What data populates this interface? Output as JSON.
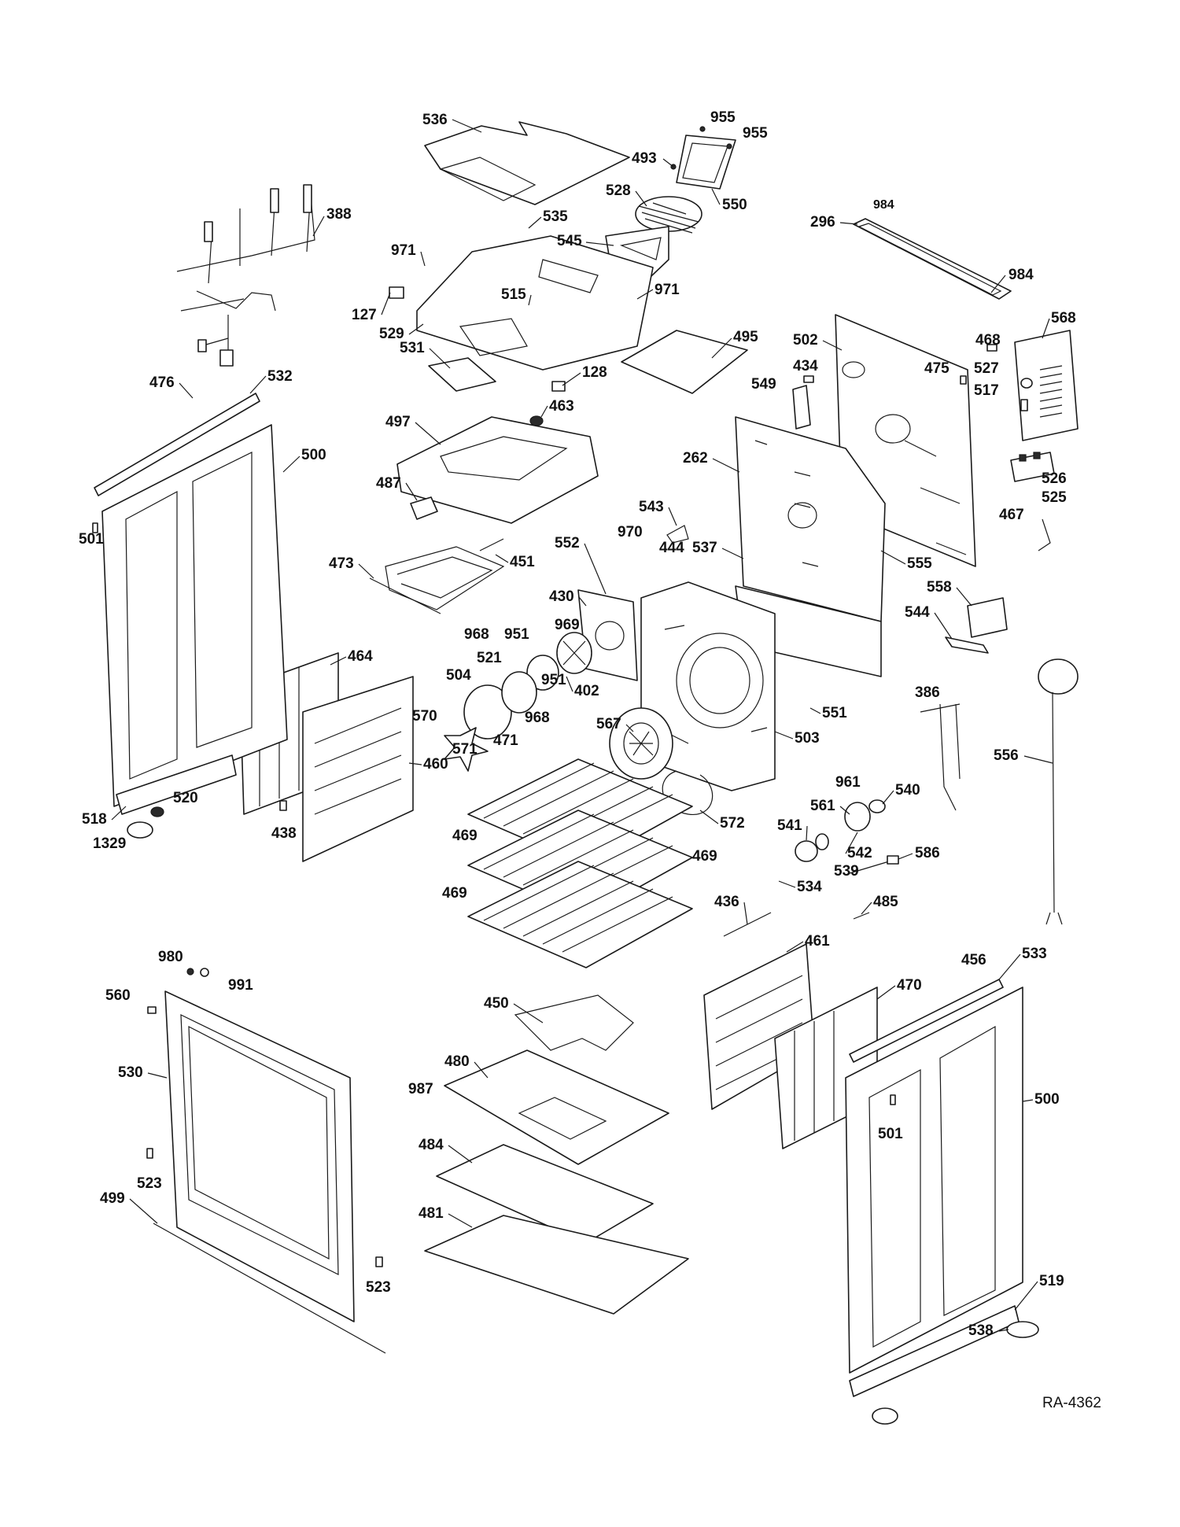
{
  "diagram_code": "RA-4362",
  "callouts": [
    {
      "id": "c-536",
      "label": "536"
    },
    {
      "id": "c-955a",
      "label": "955"
    },
    {
      "id": "c-955b",
      "label": "955"
    },
    {
      "id": "c-493",
      "label": "493"
    },
    {
      "id": "c-528",
      "label": "528"
    },
    {
      "id": "c-550",
      "label": "550"
    },
    {
      "id": "c-388",
      "label": "388"
    },
    {
      "id": "c-535",
      "label": "535"
    },
    {
      "id": "c-545",
      "label": "545"
    },
    {
      "id": "c-971a",
      "label": "971"
    },
    {
      "id": "c-971b",
      "label": "971"
    },
    {
      "id": "c-984a",
      "label": "984"
    },
    {
      "id": "c-296",
      "label": "296"
    },
    {
      "id": "c-984b",
      "label": "984"
    },
    {
      "id": "c-127",
      "label": "127"
    },
    {
      "id": "c-515",
      "label": "515"
    },
    {
      "id": "c-529",
      "label": "529"
    },
    {
      "id": "c-568",
      "label": "568"
    },
    {
      "id": "c-495",
      "label": "495"
    },
    {
      "id": "c-502",
      "label": "502"
    },
    {
      "id": "c-468",
      "label": "468"
    },
    {
      "id": "c-531",
      "label": "531"
    },
    {
      "id": "c-128",
      "label": "128"
    },
    {
      "id": "c-434",
      "label": "434"
    },
    {
      "id": "c-475",
      "label": "475"
    },
    {
      "id": "c-527",
      "label": "527"
    },
    {
      "id": "c-476",
      "label": "476"
    },
    {
      "id": "c-532",
      "label": "532"
    },
    {
      "id": "c-549",
      "label": "549"
    },
    {
      "id": "c-517",
      "label": "517"
    },
    {
      "id": "c-463",
      "label": "463"
    },
    {
      "id": "c-497",
      "label": "497"
    },
    {
      "id": "c-262",
      "label": "262"
    },
    {
      "id": "c-500a",
      "label": "500"
    },
    {
      "id": "c-526",
      "label": "526"
    },
    {
      "id": "c-487",
      "label": "487"
    },
    {
      "id": "c-525",
      "label": "525"
    },
    {
      "id": "c-501a",
      "label": "501"
    },
    {
      "id": "c-543",
      "label": "543"
    },
    {
      "id": "c-467",
      "label": "467"
    },
    {
      "id": "c-970",
      "label": "970"
    },
    {
      "id": "c-444",
      "label": "444"
    },
    {
      "id": "c-552",
      "label": "552"
    },
    {
      "id": "c-537",
      "label": "537"
    },
    {
      "id": "c-555",
      "label": "555"
    },
    {
      "id": "c-473",
      "label": "473"
    },
    {
      "id": "c-451",
      "label": "451"
    },
    {
      "id": "c-430",
      "label": "430"
    },
    {
      "id": "c-558",
      "label": "558"
    },
    {
      "id": "c-969",
      "label": "969"
    },
    {
      "id": "c-968a",
      "label": "968"
    },
    {
      "id": "c-951a",
      "label": "951"
    },
    {
      "id": "c-544",
      "label": "544"
    },
    {
      "id": "c-464",
      "label": "464"
    },
    {
      "id": "c-521",
      "label": "521"
    },
    {
      "id": "c-504",
      "label": "504"
    },
    {
      "id": "c-951b",
      "label": "951"
    },
    {
      "id": "c-402",
      "label": "402"
    },
    {
      "id": "c-386",
      "label": "386"
    },
    {
      "id": "c-968b",
      "label": "968"
    },
    {
      "id": "c-570",
      "label": "570"
    },
    {
      "id": "c-567",
      "label": "567"
    },
    {
      "id": "c-551",
      "label": "551"
    },
    {
      "id": "c-471",
      "label": "471"
    },
    {
      "id": "c-571",
      "label": "571"
    },
    {
      "id": "c-503",
      "label": "503"
    },
    {
      "id": "c-556",
      "label": "556"
    },
    {
      "id": "c-460",
      "label": "460"
    },
    {
      "id": "c-961",
      "label": "961"
    },
    {
      "id": "c-540",
      "label": "540"
    },
    {
      "id": "c-518",
      "label": "518"
    },
    {
      "id": "c-520",
      "label": "520"
    },
    {
      "id": "c-438",
      "label": "438"
    },
    {
      "id": "c-561",
      "label": "561"
    },
    {
      "id": "c-572",
      "label": "572"
    },
    {
      "id": "c-1329",
      "label": "1329"
    },
    {
      "id": "c-541",
      "label": "541"
    },
    {
      "id": "c-542",
      "label": "542"
    },
    {
      "id": "c-469a",
      "label": "469"
    },
    {
      "id": "c-469b",
      "label": "469"
    },
    {
      "id": "c-586",
      "label": "586"
    },
    {
      "id": "c-539",
      "label": "539"
    },
    {
      "id": "c-534",
      "label": "534"
    },
    {
      "id": "c-469c",
      "label": "469"
    },
    {
      "id": "c-436",
      "label": "436"
    },
    {
      "id": "c-485",
      "label": "485"
    },
    {
      "id": "c-461",
      "label": "461"
    },
    {
      "id": "c-980",
      "label": "980"
    },
    {
      "id": "c-456",
      "label": "456"
    },
    {
      "id": "c-533",
      "label": "533"
    },
    {
      "id": "c-991",
      "label": "991"
    },
    {
      "id": "c-560",
      "label": "560"
    },
    {
      "id": "c-470",
      "label": "470"
    },
    {
      "id": "c-450",
      "label": "450"
    },
    {
      "id": "c-530",
      "label": "530"
    },
    {
      "id": "c-480",
      "label": "480"
    },
    {
      "id": "c-500b",
      "label": "500"
    },
    {
      "id": "c-987",
      "label": "987"
    },
    {
      "id": "c-501b",
      "label": "501"
    },
    {
      "id": "c-484",
      "label": "484"
    },
    {
      "id": "c-523a",
      "label": "523"
    },
    {
      "id": "c-499",
      "label": "499"
    },
    {
      "id": "c-481",
      "label": "481"
    },
    {
      "id": "c-523b",
      "label": "523"
    },
    {
      "id": "c-519",
      "label": "519"
    },
    {
      "id": "c-538",
      "label": "538"
    }
  ]
}
